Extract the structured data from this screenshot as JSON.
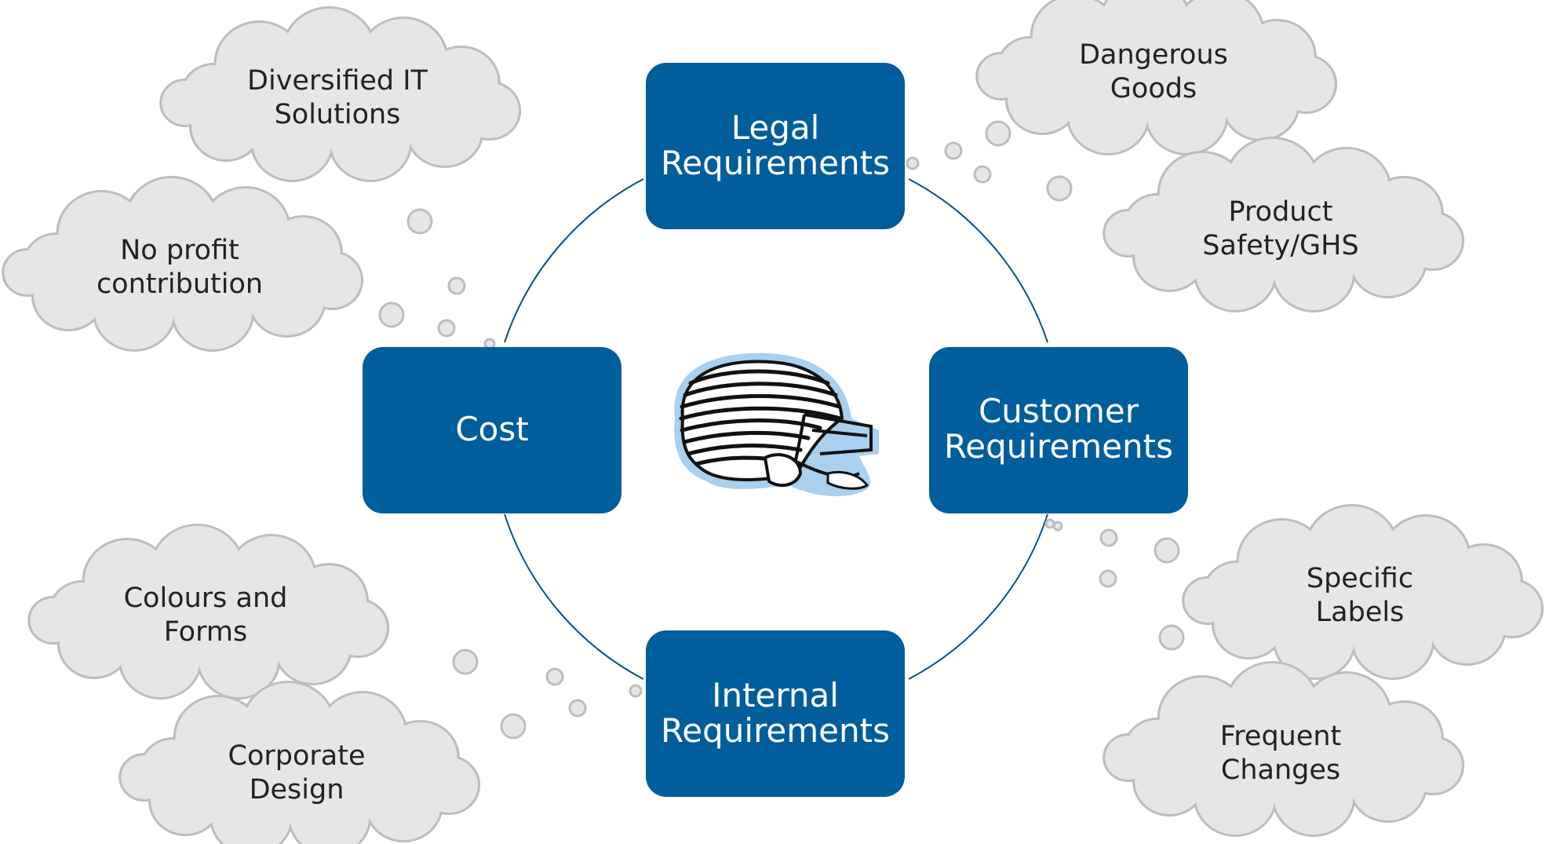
{
  "colors": {
    "box_fill": "#005e9c",
    "ring_stroke": "#0a4f86",
    "cloud_fill": "#e6e6e6",
    "cloud_stroke": "#bdbdbd",
    "bubble_fill": "#e6e6e6",
    "bubble_stroke": "#bdbdbd",
    "helmet_glow": "#a9d0ee"
  },
  "center_image": {
    "icon": "football-helmet-icon"
  },
  "nodes": {
    "legal": {
      "line1": "Legal",
      "line2": "Requirements"
    },
    "customer": {
      "line1": "Customer",
      "line2": "Requirements"
    },
    "internal": {
      "line1": "Internal",
      "line2": "Requirements"
    },
    "cost": {
      "line1": "Cost"
    }
  },
  "clouds": {
    "diversified": {
      "line1": "Diversified IT",
      "line2": "Solutions"
    },
    "no_profit": {
      "line1": "No profit",
      "line2": "contribution"
    },
    "dangerous": {
      "line1": "Dangerous",
      "line2": "Goods"
    },
    "product_safety": {
      "line1": "Product",
      "line2": "Safety/GHS"
    },
    "specific_labels": {
      "line1": "Specific",
      "line2": "Labels"
    },
    "frequent_changes": {
      "line1": "Frequent",
      "line2": "Changes"
    },
    "colours_forms": {
      "line1": "Colours and",
      "line2": "Forms"
    },
    "corporate_design": {
      "line1": "Corporate",
      "line2": "Design"
    }
  }
}
